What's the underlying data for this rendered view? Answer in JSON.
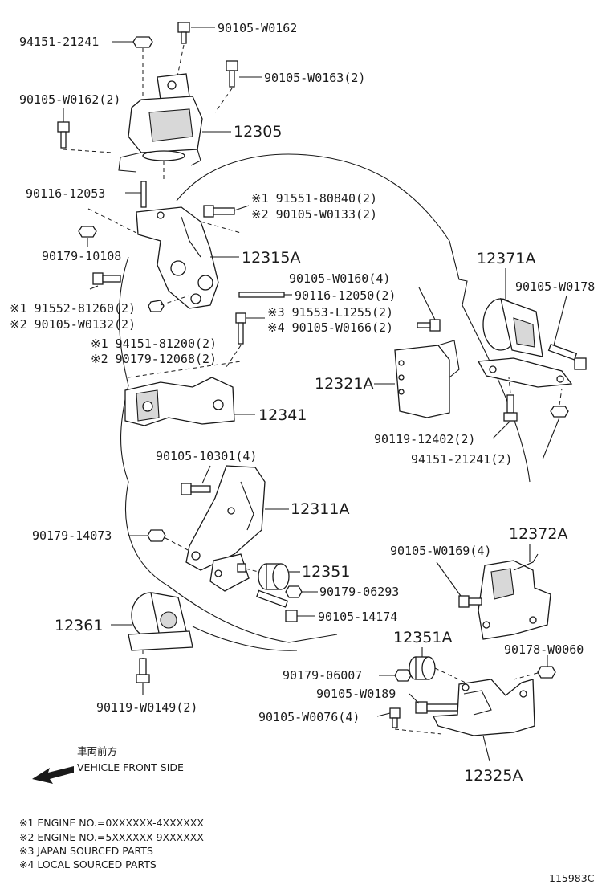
{
  "labels": {
    "l_94151_21241_top": "94151-21241",
    "l_90105_w0162_top": "90105-W0162",
    "l_90105_w0163_2": "90105-W0163(2)",
    "l_90105_w0162_2": "90105-W0162(2)",
    "l_12305": "12305",
    "l_90116_12053": "90116-12053",
    "l_91551_80840": "※1 91551-80840(2)",
    "l_90105_w0133": "※2 90105-W0133(2)",
    "l_90179_10108": "90179-10108",
    "l_12315a": "12315A",
    "l_12371a": "12371A",
    "l_90105_w0160": "90105-W0160(4)",
    "l_90105_w0178": "90105-W0178",
    "l_90116_12050": "90116-12050(2)",
    "l_91552_81260": "※1 91552-81260(2)",
    "l_90105_w0132": "※2 90105-W0132(2)",
    "l_91553_l1255": "※3 91553-L1255(2)",
    "l_90105_w0166": "※4 90105-W0166(2)",
    "l_94151_81200": "※1 94151-81200(2)",
    "l_90179_12068": "※2 90179-12068(2)",
    "l_12321a": "12321A",
    "l_12341": "12341",
    "l_90119_12402": "90119-12402(2)",
    "l_94151_21241_2": "94151-21241(2)",
    "l_90105_10301": "90105-10301(4)",
    "l_12311a": "12311A",
    "l_90179_14073": "90179-14073",
    "l_12372a": "12372A",
    "l_90105_w0169": "90105-W0169(4)",
    "l_12351": "12351",
    "l_90179_06293": "90179-06293",
    "l_12361": "12361",
    "l_90105_14174": "90105-14174",
    "l_12351a": "12351A",
    "l_90178_w0060": "90178-W0060",
    "l_90179_06007": "90179-06007",
    "l_90105_w0189": "90105-W0189",
    "l_90105_w0076": "90105-W0076(4)",
    "l_90119_w0149": "90119-W0149(2)",
    "l_12325a": "12325A"
  },
  "front": {
    "jp": "車両前方",
    "en": "VEHICLE FRONT SIDE"
  },
  "notes": [
    "※1  ENGINE NO.=0XXXXXX-4XXXXXX",
    "※2  ENGINE NO.=5XXXXXX-9XXXXXX",
    "※3  JAPAN SOURCED PARTS",
    "※4  LOCAL SOURCED PARTS"
  ],
  "diagram_id": "115983C"
}
